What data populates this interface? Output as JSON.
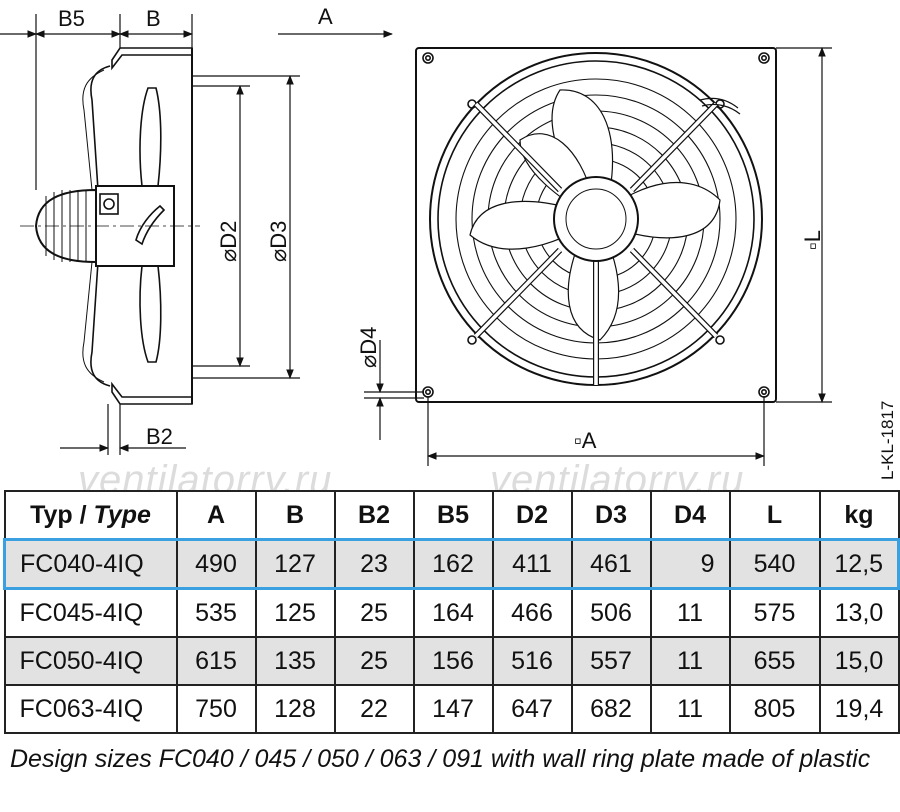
{
  "drawing": {
    "dim_labels": {
      "b5": "B5",
      "b": "B",
      "a_top": "A",
      "b2": "B2",
      "d2": "⌀D2",
      "d3": "⌀D3",
      "d4": "⌀D4",
      "l": "▫L",
      "a_bottom": "▫A"
    },
    "drawing_code": "L-KL-1817",
    "watermarks": [
      "ventilatorry.ru",
      "ventilatorry.ru"
    ]
  },
  "table": {
    "headers": [
      "Typ / ",
      "Type",
      "A",
      "B",
      "B2",
      "B5",
      "D2",
      "D3",
      "D4",
      "L",
      "kg"
    ],
    "rows": [
      [
        "FC040-4IQ",
        "490",
        "127",
        "23",
        "162",
        "411",
        "461",
        "9",
        "540",
        "12,5"
      ],
      [
        "FC045-4IQ",
        "535",
        "125",
        "25",
        "164",
        "466",
        "506",
        "11",
        "575",
        "13,0"
      ],
      [
        "FC050-4IQ",
        "615",
        "135",
        "25",
        "156",
        "516",
        "557",
        "11",
        "655",
        "15,0"
      ],
      [
        "FC063-4IQ",
        "750",
        "128",
        "22",
        "147",
        "647",
        "682",
        "11",
        "805",
        "19,4"
      ]
    ]
  },
  "caption": "Design sizes FC040 / 045 / 050 / 063 / 091 with wall ring plate made of plastic"
}
